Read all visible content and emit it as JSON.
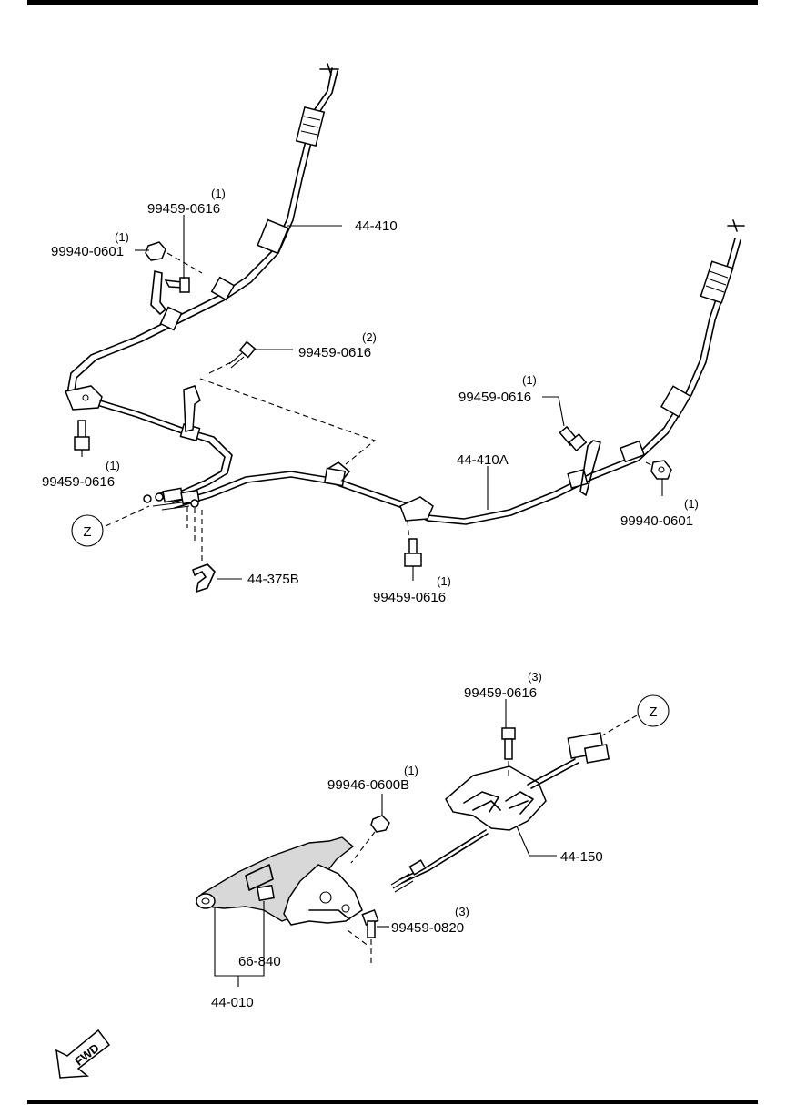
{
  "callouts": {
    "cable_right_upper": "44-410",
    "cable_left_lower": "44-410A",
    "clip": "44-375B",
    "lever_assembly": "44-010",
    "lever_knob": "66-840",
    "equalizer": "44-150"
  },
  "fasteners": {
    "bolt_top": {
      "part": "99459-0616",
      "qty": "(1)"
    },
    "nut_top_left": {
      "part": "99940-0601",
      "qty": "(1)"
    },
    "bolt_middle": {
      "part": "99459-0616",
      "qty": "(2)"
    },
    "bolt_left": {
      "part": "99459-0616",
      "qty": "(1)"
    },
    "bolt_right": {
      "part": "99459-0616",
      "qty": "(1)"
    },
    "nut_right": {
      "part": "99940-0601",
      "qty": "(1)"
    },
    "bolt_bottom_center": {
      "part": "99459-0616",
      "qty": "(1)"
    },
    "bolt_equalizer": {
      "part": "99459-0616",
      "qty": "(3)"
    },
    "nut_lever": {
      "part": "99946-0600B",
      "qty": "(1)"
    },
    "bolt_lever": {
      "part": "99459-0820",
      "qty": "(3)"
    }
  },
  "markers": {
    "z_upper": "Z",
    "z_lower": "Z"
  },
  "fwd_arrow": "FWD"
}
